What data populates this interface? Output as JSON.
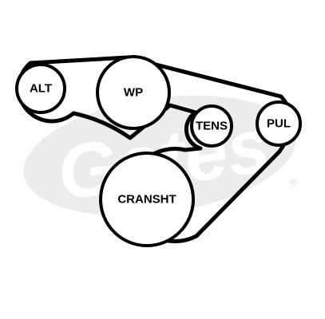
{
  "diagram": {
    "pulleys": [
      {
        "id": "alt",
        "label": "ALT"
      },
      {
        "id": "wp",
        "label": "WP"
      },
      {
        "id": "tens",
        "label": "TENS"
      },
      {
        "id": "pul",
        "label": "PUL"
      },
      {
        "id": "cransht",
        "label": "CRANSHT"
      }
    ],
    "watermark": {
      "brand": "Gates",
      "registered": "®"
    },
    "colors": {
      "stroke": "#000000",
      "watermark": "#ececec",
      "background": "#ffffff"
    }
  }
}
